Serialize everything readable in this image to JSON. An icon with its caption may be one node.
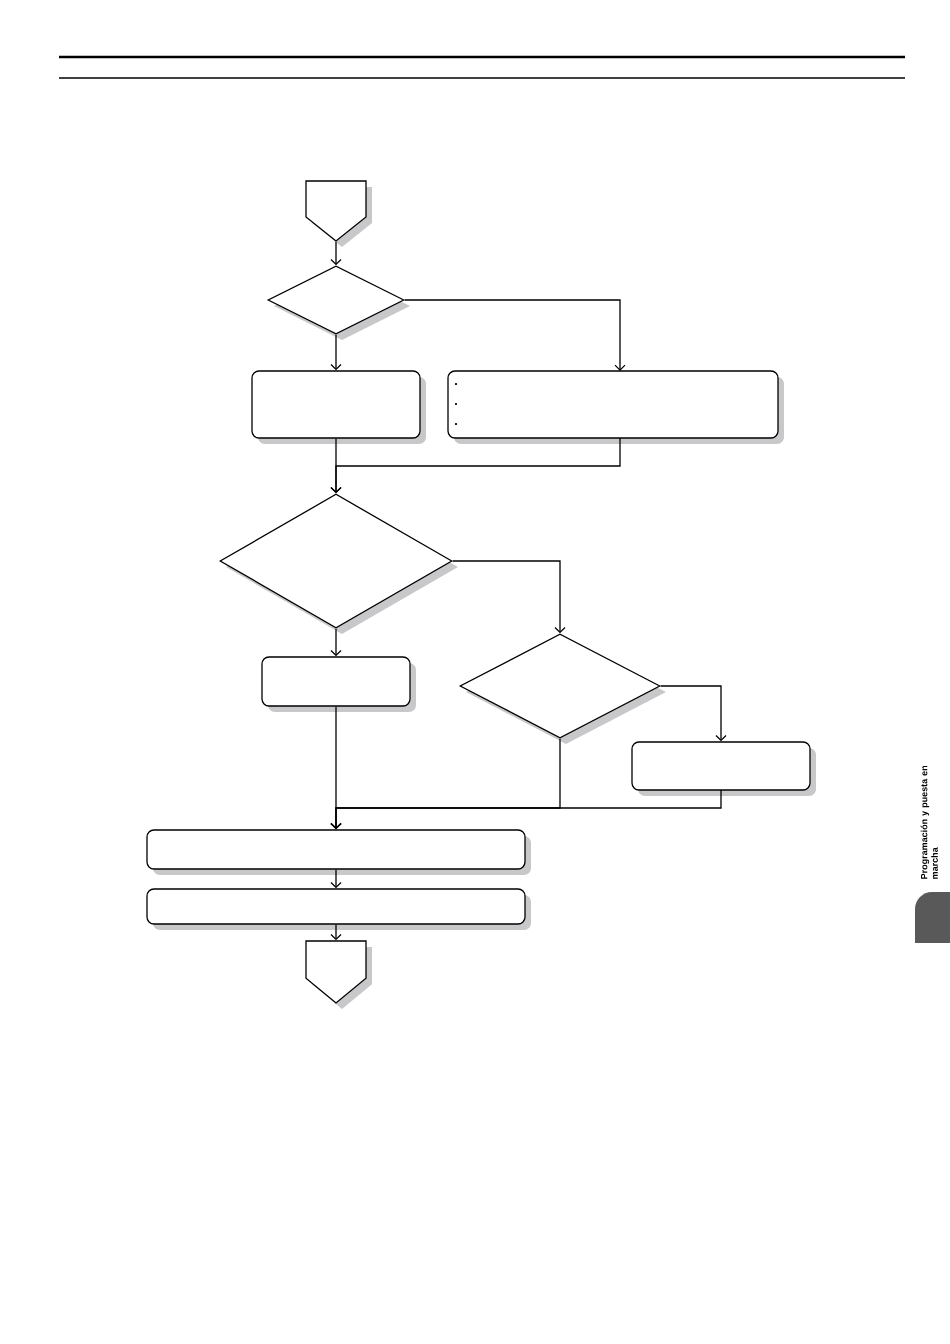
{
  "diagram": {
    "nodes": [
      {
        "text": [],
        "shape": "pentagon"
      },
      {
        "text": [],
        "shape": "diamond"
      },
      {
        "text": [],
        "shape": "box"
      },
      {
        "text": [],
        "shape": "box"
      },
      {
        "text": [],
        "shape": "diamond"
      },
      {
        "text": [],
        "shape": "box"
      },
      {
        "text": [],
        "shape": "diamond"
      },
      {
        "text": [],
        "shape": "box"
      },
      {
        "text": [],
        "shape": "box"
      },
      {
        "text": [],
        "shape": "box"
      },
      {
        "text": [],
        "shape": "pentagon"
      }
    ],
    "edges": [
      {
        "from": 0,
        "to": 1,
        "arrow": "to"
      },
      {
        "from": 1,
        "to": 2,
        "arrow": "to"
      },
      {
        "from": 1,
        "to": 3,
        "arrow": "to"
      },
      {
        "from": 2,
        "to": 4,
        "arrow": "to"
      },
      {
        "from": 3,
        "to": 4,
        "arrow": "to"
      },
      {
        "from": 4,
        "to": 5,
        "arrow": "to"
      },
      {
        "from": 4,
        "to": 6,
        "arrow": "to"
      },
      {
        "from": 6,
        "to": 7,
        "arrow": "to"
      },
      {
        "from": 5,
        "to": 8,
        "arrow": "to"
      },
      {
        "from": 6,
        "to": 8,
        "arrow": "to"
      },
      {
        "from": 7,
        "to": 8,
        "arrow": "to"
      },
      {
        "from": 8,
        "to": 9,
        "arrow": "to"
      },
      {
        "from": 9,
        "to": 10,
        "arrow": "to"
      }
    ],
    "labels": [
      "Programación y puesta en marcha"
    ]
  }
}
